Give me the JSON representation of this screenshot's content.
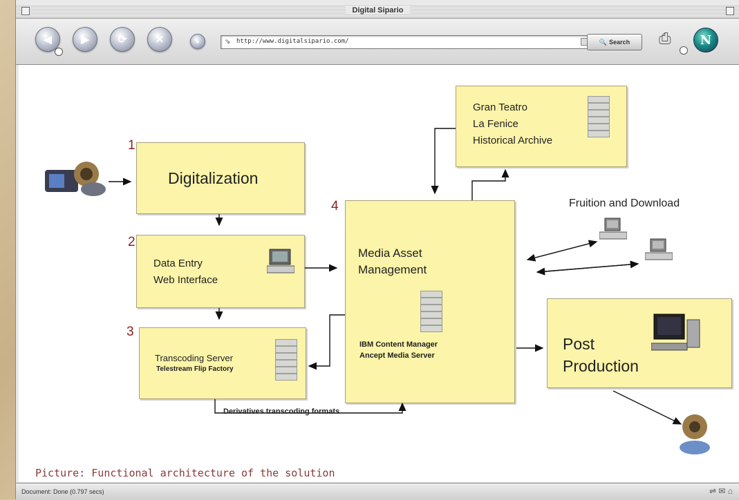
{
  "window": {
    "title": "Digital Sipario"
  },
  "toolbar": {
    "url": "http://www.digitalsipario.com/",
    "search_label": "Search"
  },
  "diagram": {
    "numbers": {
      "n1": "1",
      "n2": "2",
      "n3": "3",
      "n4": "4"
    },
    "digitalization": "Digitalization",
    "data_entry": [
      "Data Entry",
      "Web Interface"
    ],
    "transcoding": [
      "Transcoding Server",
      "Telestream Flip Factory"
    ],
    "mam": [
      "Media Asset",
      "Management"
    ],
    "mam_servers": [
      "IBM Content Manager",
      "Ancept Media Server"
    ],
    "archive": [
      "Gran Teatro",
      "La Fenice",
      "Historical Archive"
    ],
    "fruition": "Fruition and Download",
    "post": [
      "Post",
      "Production"
    ],
    "derivatives": "Derivatives transcoding formats"
  },
  "caption": "Picture: Functional architecture of the solution",
  "status": {
    "text": "Document: Done (0.797 secs)"
  },
  "colors": {
    "box_fill": "#fbf4a9",
    "number_color": "#8b1f1f",
    "caption_color": "#8a3a3a"
  }
}
